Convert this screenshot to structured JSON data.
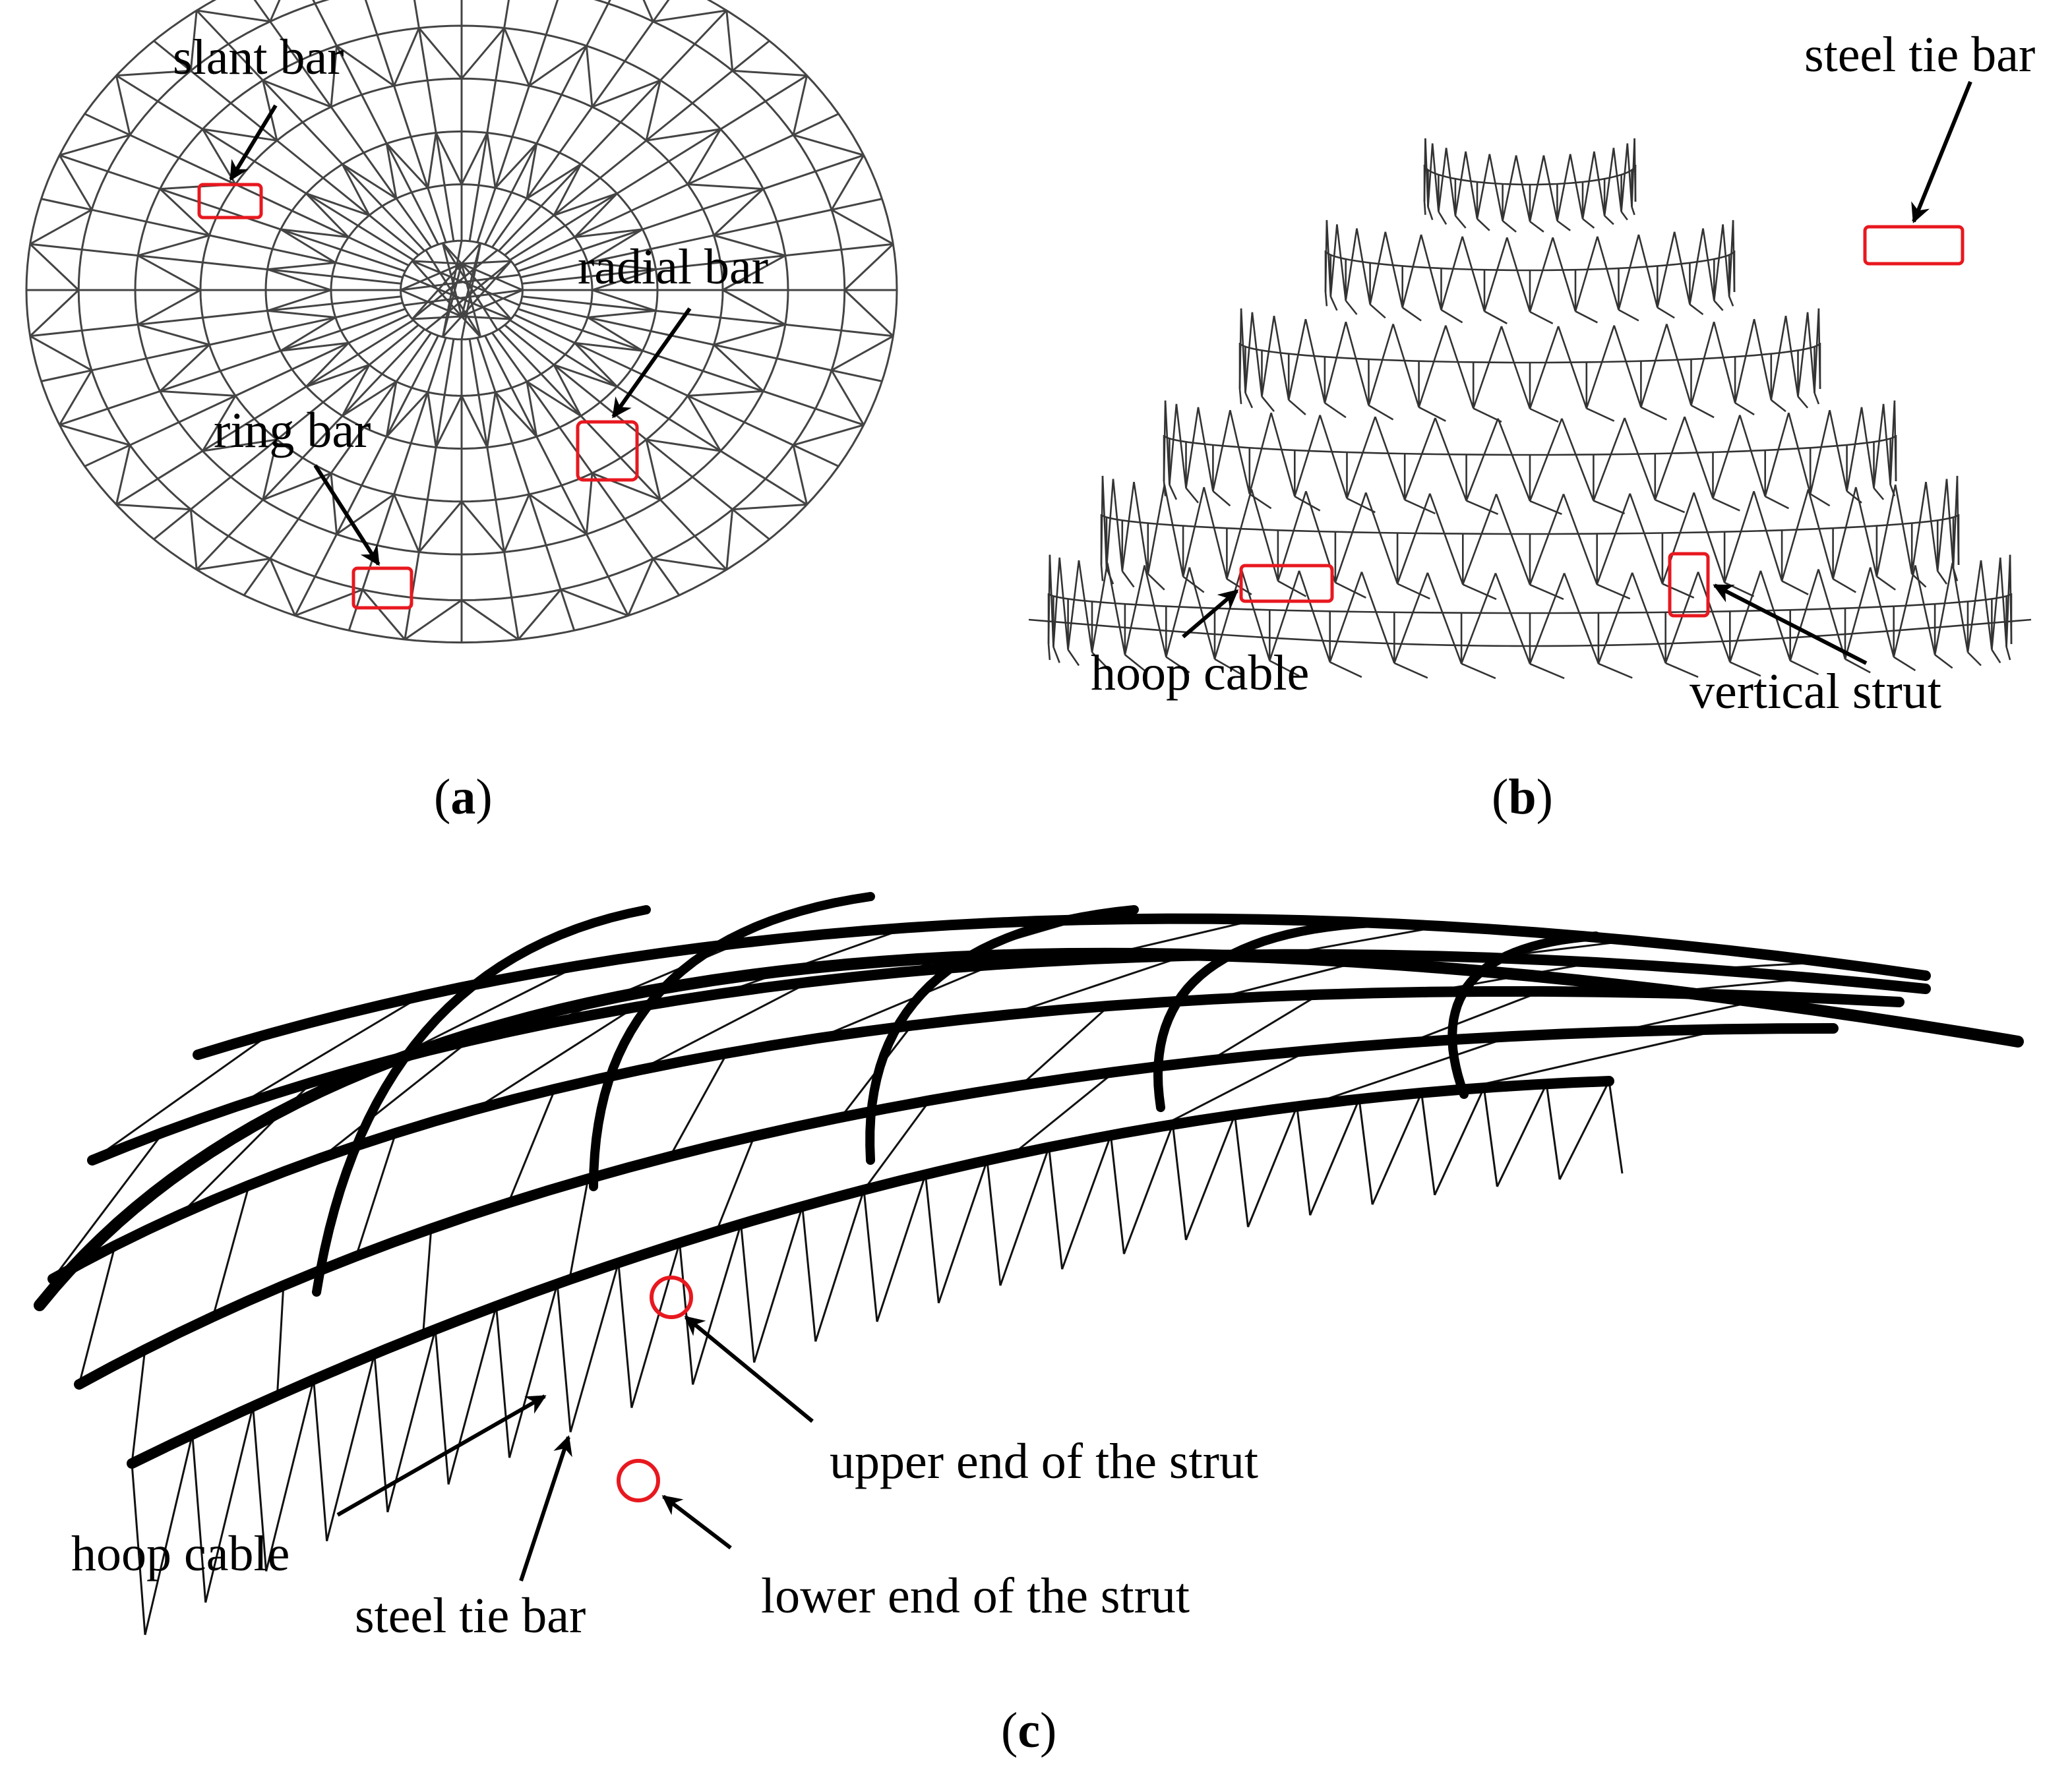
{
  "panels": [
    {
      "id": "a",
      "caption_open": "(",
      "caption_letter": "a",
      "caption_close": ")"
    },
    {
      "id": "b",
      "caption_open": "(",
      "caption_letter": "b",
      "caption_close": ")"
    },
    {
      "id": "c",
      "caption_open": "(",
      "caption_letter": "c",
      "caption_close": ")"
    }
  ],
  "labels": {
    "a": {
      "slant_bar": "slant bar",
      "radial_bar": "radial bar",
      "ring_bar": "ring bar"
    },
    "b": {
      "steel_tie_bar": "steel tie bar",
      "hoop_cable": "hoop cable",
      "vertical_strut": "vertical strut"
    },
    "c": {
      "upper_end": "upper end of the strut",
      "lower_end": "lower end of the strut",
      "hoop_cable": "hoop cable",
      "steel_tie_bar": "steel tie bar"
    }
  },
  "colors": {
    "structure": "#333333",
    "marker": "#e8181f",
    "arrow": "#000000",
    "background": "#ffffff"
  }
}
